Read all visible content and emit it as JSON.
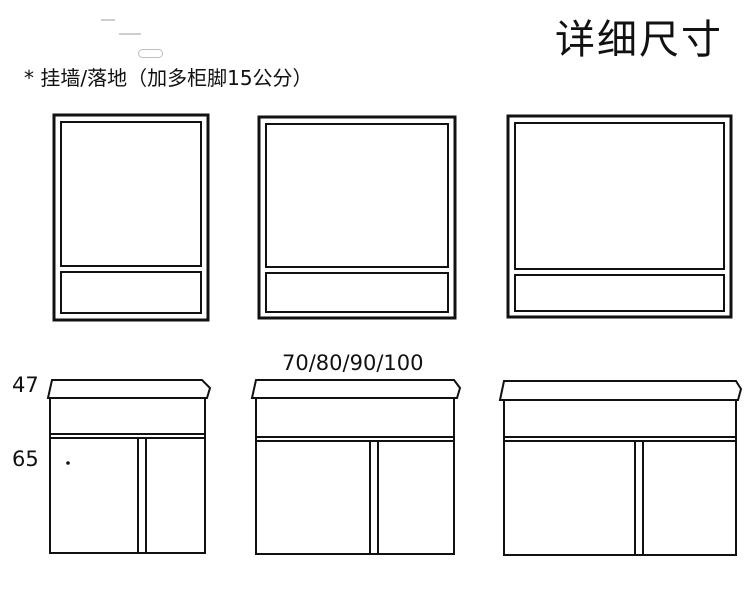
{
  "title": "详细尺寸",
  "note": "* 挂墙/落地（加多柜脚15公分）",
  "dimensions": {
    "width_label": "70/80/90/100",
    "top_height_label": "47",
    "body_height_label": "65"
  },
  "colors": {
    "line": "#111111",
    "decoration": "#cfcfcf"
  }
}
